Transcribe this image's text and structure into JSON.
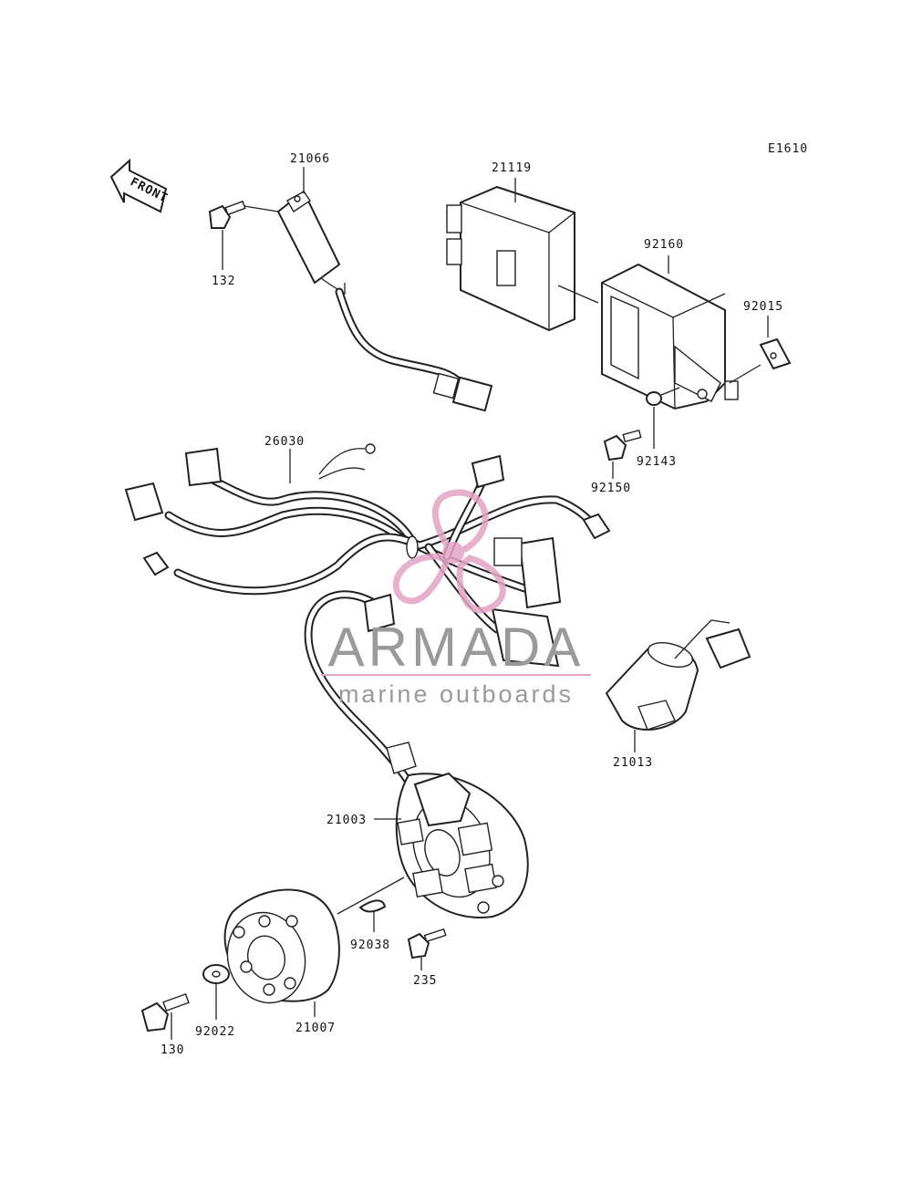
{
  "diagram": {
    "code": "E1610",
    "front_label": "FRONT",
    "labels": {
      "p21066": "21066",
      "p132": "132",
      "p21119": "21119",
      "p92160": "92160",
      "p92015": "92015",
      "p26030": "26030",
      "p92150": "92150",
      "p92143": "92143",
      "p21013": "21013",
      "p21003": "21003",
      "p92038": "92038",
      "p235": "235",
      "p21007": "21007",
      "p92022": "92022",
      "p130": "130"
    }
  },
  "watermark": {
    "brand": "ARMADA",
    "tagline": "marine outboards",
    "colors": {
      "text": "#9a9a9a",
      "accent": "#e3a3c4"
    }
  }
}
